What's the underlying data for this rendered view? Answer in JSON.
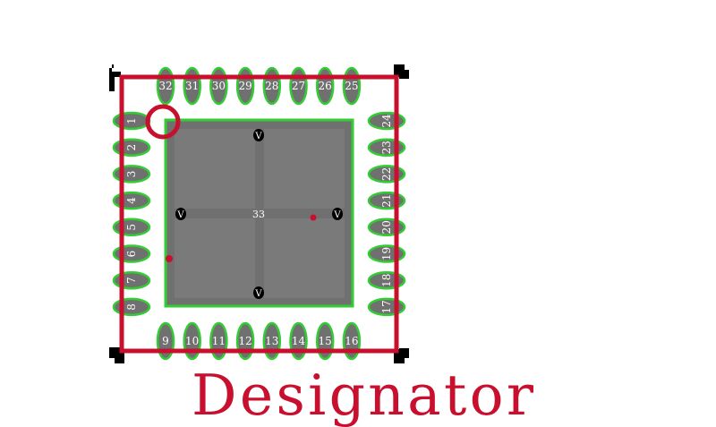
{
  "designator": "Designator",
  "center_pad_label": "33",
  "via_label": "V",
  "pads": {
    "left": [
      "1",
      "2",
      "3",
      "4",
      "5",
      "6",
      "7",
      "8"
    ],
    "bottom": [
      "9",
      "10",
      "11",
      "12",
      "13",
      "14",
      "15",
      "16"
    ],
    "right": [
      "24",
      "23",
      "22",
      "21",
      "20",
      "19",
      "18",
      "17"
    ],
    "top": [
      "32",
      "31",
      "30",
      "29",
      "28",
      "27",
      "26",
      "25"
    ]
  },
  "colors": {
    "silkscreen": "#c8102e",
    "pad_outline": "#33cc33",
    "pad_fill": "#707070",
    "courtyard": "#000000"
  }
}
